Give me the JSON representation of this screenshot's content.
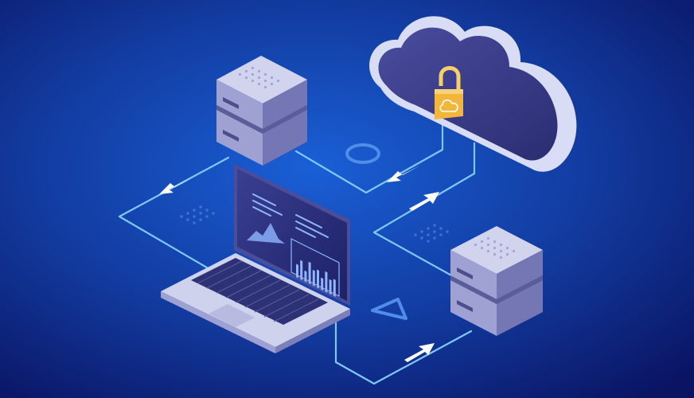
{
  "colors": {
    "background_center": "#1a5fd6",
    "background_edge": "#0a1463",
    "connector_line": "#7fc8ff",
    "server_top": "#c9cbe6",
    "server_side_left": "#8d90c4",
    "server_side_right": "#6d70a8",
    "cloud_fill": "#3b3d8c",
    "cloud_rim": "#d9dcf5",
    "lock_body": "#f2b73a",
    "laptop_screen": "#2a2f7a",
    "laptop_body": "#cfd2ec"
  },
  "icons": {
    "cloud": "cloud-icon",
    "lock": "padlock-icon",
    "server_left": "server-rack-icon",
    "server_right": "server-rack-icon",
    "laptop": "laptop-icon",
    "circle": "circle-outline-icon",
    "triangle": "triangle-outline-icon",
    "arrow": "arrow-icon"
  },
  "bar_chart_heights": [
    0.55,
    0.8,
    0.45,
    0.9,
    0.65,
    0.75,
    0.5,
    0.85,
    0.6,
    0.7
  ]
}
